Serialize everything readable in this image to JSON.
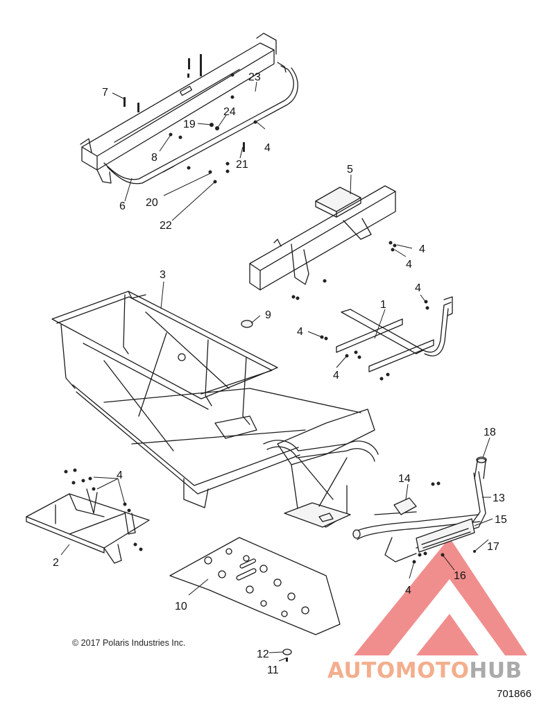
{
  "copyright": "© 2017 Polaris Industries Inc.",
  "document_number": "701866",
  "watermark": {
    "word_part1": "AUTO",
    "word_part2": "MOTO",
    "word_part3": "HUB",
    "color_primary": "#f2a07a",
    "color_secondary": "#9c9c9c",
    "color_mark": "#e85a5a"
  },
  "callouts": [
    {
      "id": "c1",
      "label": "1"
    },
    {
      "id": "c2",
      "label": "2"
    },
    {
      "id": "c3",
      "label": "3"
    },
    {
      "id": "c4a",
      "label": "4"
    },
    {
      "id": "c4b",
      "label": "4"
    },
    {
      "id": "c4c",
      "label": "4"
    },
    {
      "id": "c4d",
      "label": "4"
    },
    {
      "id": "c4e",
      "label": "4"
    },
    {
      "id": "c4f",
      "label": "4"
    },
    {
      "id": "c4g",
      "label": "4"
    },
    {
      "id": "c4h",
      "label": "4"
    },
    {
      "id": "c5",
      "label": "5"
    },
    {
      "id": "c6",
      "label": "6"
    },
    {
      "id": "c7",
      "label": "7"
    },
    {
      "id": "c8",
      "label": "8"
    },
    {
      "id": "c9",
      "label": "9"
    },
    {
      "id": "c10",
      "label": "10"
    },
    {
      "id": "c11",
      "label": "11"
    },
    {
      "id": "c12",
      "label": "12"
    },
    {
      "id": "c13",
      "label": "13"
    },
    {
      "id": "c14",
      "label": "14"
    },
    {
      "id": "c15",
      "label": "15"
    },
    {
      "id": "c16",
      "label": "16"
    },
    {
      "id": "c17",
      "label": "17"
    },
    {
      "id": "c18",
      "label": "18"
    },
    {
      "id": "c19",
      "label": "19"
    },
    {
      "id": "c20",
      "label": "20"
    },
    {
      "id": "c21",
      "label": "21"
    },
    {
      "id": "c22",
      "label": "22"
    },
    {
      "id": "c23",
      "label": "23"
    },
    {
      "id": "c24",
      "label": "24"
    }
  ]
}
